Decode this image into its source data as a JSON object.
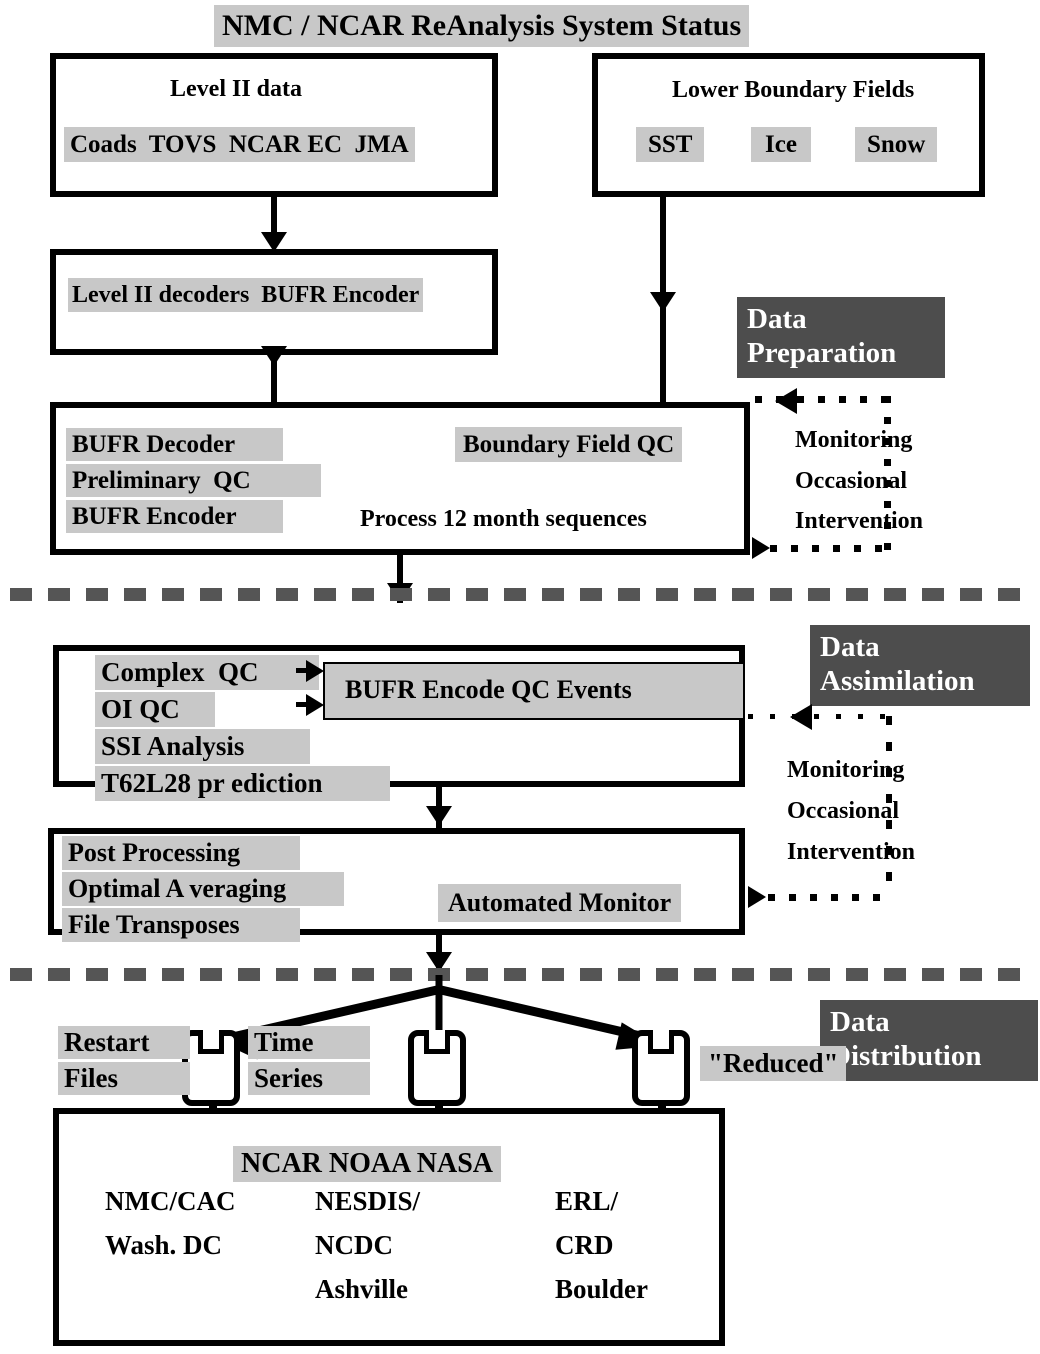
{
  "title": "NMC / NCAR ReAnalysis System Status",
  "stages": {
    "preparation": "Data\nPreparation",
    "assimilation": "Data\nAssimilation",
    "distribution": "Data\nDistribution"
  },
  "level2": {
    "heading": "Level II data",
    "sources": "Coads  TOVS  NCAR EC  JMA"
  },
  "boundary": {
    "heading": "Lower Boundary Fields",
    "fields": [
      "SST",
      "Ice",
      "Snow"
    ]
  },
  "decoders": {
    "label": "Level II decoders  BUFR Encoder"
  },
  "qc": {
    "lines": [
      "BUFR Decoder",
      "Preliminary  QC",
      "BUFR Encoder"
    ],
    "boundary_qc": "Boundary Field QC",
    "process": "Process 12 month sequences"
  },
  "monitoring": {
    "line1": "Monitoring",
    "line2": "Occasional",
    "line3": "Intervention"
  },
  "assim": {
    "lines": [
      "Complex  QC",
      "OI QC",
      "SSI Analysis",
      "T62L28 pr ediction"
    ],
    "encode_box": "BUFR Encode QC Events"
  },
  "post": {
    "lines": [
      "Post Processing",
      "Optimal A veraging",
      "File Transposes"
    ],
    "monitor": "Automated Monitor"
  },
  "outputs": [
    {
      "label": "Restart\nFiles",
      "label_line1": "Restart",
      "label_line2": "Files",
      "icon": "floppy-disk-icon"
    },
    {
      "label": "Time\nSeries",
      "label_line1": "Time",
      "label_line2": "Series",
      "icon": "floppy-disk-icon"
    },
    {
      "label": "\"Reduced\"",
      "label_line1": "\"Reduced\"",
      "label_line2": "",
      "icon": "floppy-disk-icon"
    }
  ],
  "archive": {
    "heading": "NCAR NOAA NASA",
    "centers": [
      {
        "l1": "NMC/CAC",
        "l2": "Wash. DC",
        "l3": ""
      },
      {
        "l1": "NESDIS/",
        "l2": "NCDC",
        "l3": "Ashville"
      },
      {
        "l1": "ERL/",
        "l2": "CRD",
        "l3": "Boulder"
      }
    ]
  },
  "colors": {
    "highlight": "#c8c8c8",
    "stage_badge": "#4d4d4d",
    "stroke": "#000000",
    "separator": "#555555"
  }
}
